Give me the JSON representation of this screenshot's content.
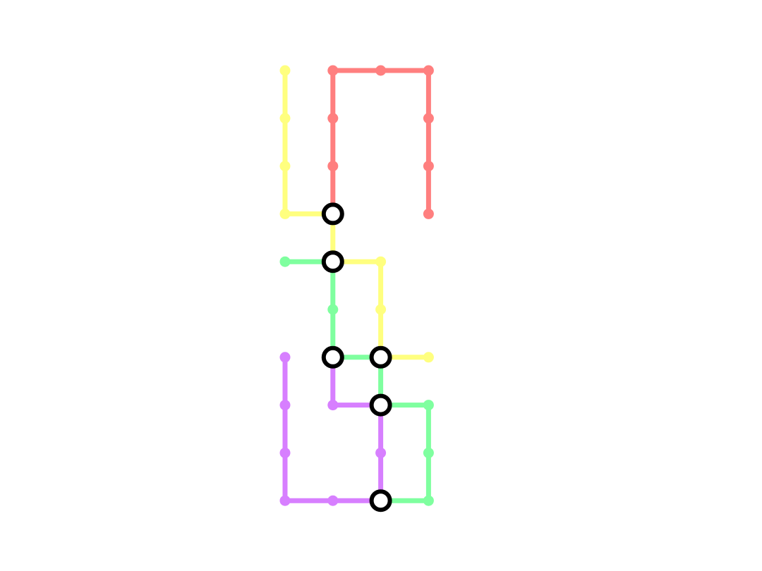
{
  "background_color": "#ffffff",
  "interchange_style": {
    "fill": "#ffffff",
    "stroke": "#000000"
  },
  "lines": [
    {
      "id": "red",
      "color": "#ff7f7f",
      "path": [
        [
          3,
          0
        ],
        [
          3,
          1
        ],
        [
          3,
          2
        ],
        [
          3,
          3
        ]
      ],
      "extra_paths": [
        [
          [
            1,
            3
          ],
          [
            1,
            2
          ],
          [
            1,
            1
          ],
          [
            1,
            0
          ],
          [
            2,
            0
          ],
          [
            3,
            0
          ]
        ]
      ],
      "stations": [
        [
          1,
          0
        ],
        [
          1,
          1
        ],
        [
          1,
          2
        ],
        [
          2,
          0
        ],
        [
          3,
          0
        ],
        [
          3,
          1
        ],
        [
          3,
          2
        ],
        [
          3,
          3
        ]
      ],
      "interchanges": [
        [
          1,
          3
        ]
      ]
    },
    {
      "id": "yellow",
      "color": "#ffff7f",
      "path": [
        [
          0,
          0
        ],
        [
          0,
          1
        ],
        [
          0,
          2
        ],
        [
          0,
          3
        ],
        [
          1,
          3
        ],
        [
          1,
          4
        ],
        [
          2,
          4
        ],
        [
          2,
          5
        ],
        [
          2,
          6
        ],
        [
          3,
          6
        ]
      ],
      "stations": [
        [
          0,
          0
        ],
        [
          0,
          1
        ],
        [
          0,
          2
        ],
        [
          0,
          3
        ],
        [
          2,
          4
        ],
        [
          2,
          5
        ],
        [
          3,
          6
        ]
      ],
      "interchanges": [
        [
          1,
          3
        ],
        [
          1,
          4
        ],
        [
          2,
          6
        ]
      ]
    },
    {
      "id": "green",
      "color": "#7fff9f",
      "path": [
        [
          0,
          4
        ],
        [
          1,
          4
        ],
        [
          1,
          5
        ],
        [
          1,
          6
        ],
        [
          2,
          6
        ],
        [
          2,
          7
        ],
        [
          3,
          7
        ],
        [
          3,
          8
        ],
        [
          3,
          9
        ],
        [
          2,
          9
        ]
      ],
      "stations": [
        [
          0,
          4
        ],
        [
          1,
          5
        ],
        [
          3,
          7
        ],
        [
          3,
          8
        ],
        [
          3,
          9
        ]
      ],
      "interchanges": [
        [
          1,
          4
        ],
        [
          1,
          6
        ],
        [
          2,
          6
        ],
        [
          2,
          7
        ],
        [
          2,
          9
        ]
      ]
    },
    {
      "id": "purple",
      "color": "#d77fff",
      "path": [
        [
          1,
          6
        ],
        [
          1,
          7
        ],
        [
          2,
          7
        ],
        [
          2,
          8
        ],
        [
          2,
          9
        ],
        [
          1,
          9
        ],
        [
          0,
          9
        ],
        [
          0,
          8
        ],
        [
          0,
          7
        ],
        [
          0,
          6
        ]
      ],
      "stations": [
        [
          1,
          7
        ],
        [
          2,
          8
        ],
        [
          1,
          9
        ],
        [
          0,
          9
        ],
        [
          0,
          8
        ],
        [
          0,
          7
        ],
        [
          0,
          6
        ]
      ],
      "interchanges": [
        [
          1,
          6
        ],
        [
          2,
          7
        ],
        [
          2,
          9
        ]
      ]
    }
  ]
}
